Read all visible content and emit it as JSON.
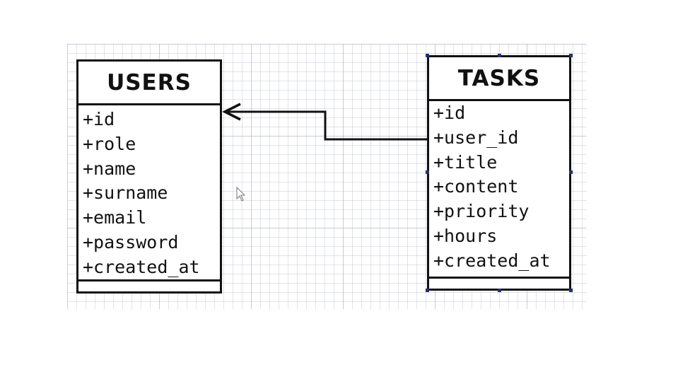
{
  "entities": {
    "users": {
      "title": "USERS",
      "attributes": [
        "+id",
        "+role",
        "+name",
        "+surname",
        "+email",
        "+password",
        "+created_at"
      ]
    },
    "tasks": {
      "title": "TASKS",
      "attributes": [
        "+id",
        "+user_id",
        "+title",
        "+content",
        "+priority",
        "+hours",
        "+created_at"
      ]
    }
  },
  "relationship": {
    "from": "tasks.user_id",
    "to": "users.id"
  },
  "cursor_icon": "mouse-pointer-icon"
}
